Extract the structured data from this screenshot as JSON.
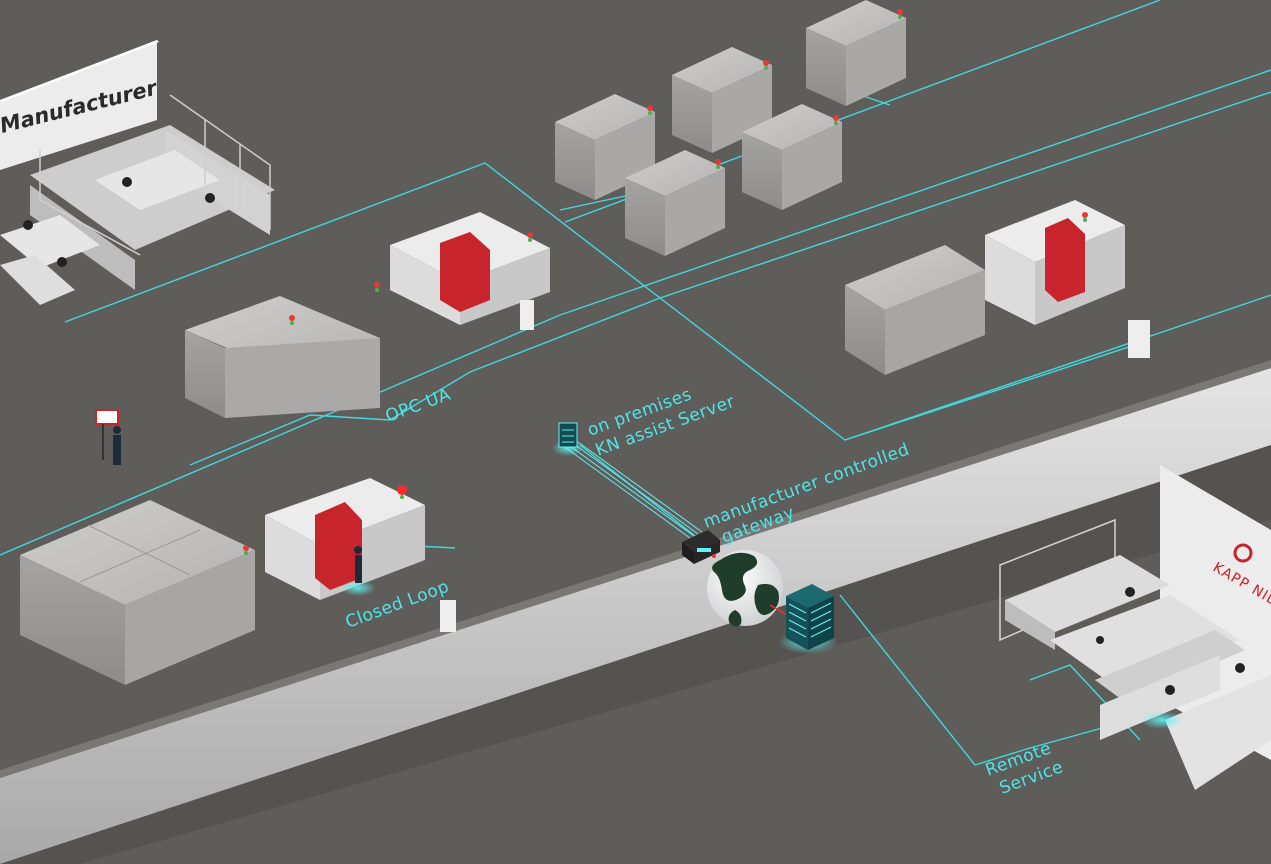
{
  "labels": {
    "opc_ua": "OPC UA",
    "server_line1": "on premises",
    "server_line2": "KN assist Server",
    "gateway_line1": "manufacturer controlled",
    "gateway_line2": "gateway",
    "closed_loop": "Closed Loop",
    "remote_line1": "Remote",
    "remote_line2": "Service"
  },
  "signs": {
    "manufacturer": "Manufacturer",
    "kapp_niles": "KAPP NILES"
  },
  "colors": {
    "floor": "#5f5d5a",
    "road": "#c9c9c9",
    "network": "#3fd9de",
    "machine_red": "#c8242b",
    "enclosure": "#b9b8b6"
  }
}
